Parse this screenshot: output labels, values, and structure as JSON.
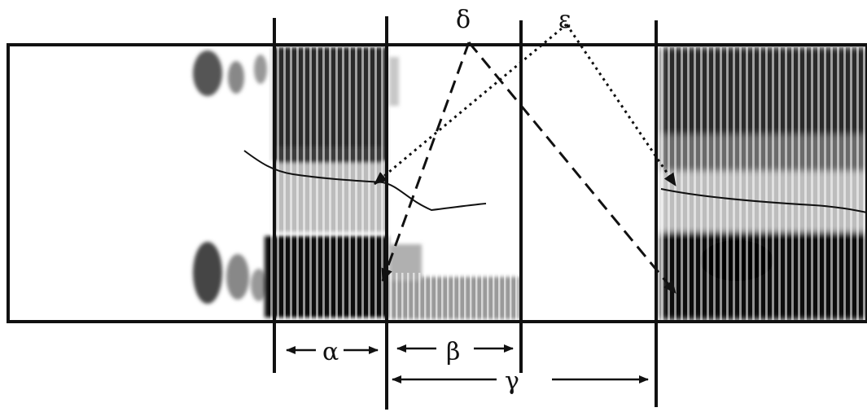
{
  "labels": {
    "alpha": "α",
    "beta": "β",
    "gamma": "γ",
    "delta": "δ",
    "epsilon": "ε"
  },
  "colors": {
    "line": "#111111",
    "spectrogram_dark": "#1a1a1a",
    "spectrogram_mid": "#6b6b6b",
    "spectrogram_light": "#bdbdbd",
    "background": "#ffffff"
  }
}
